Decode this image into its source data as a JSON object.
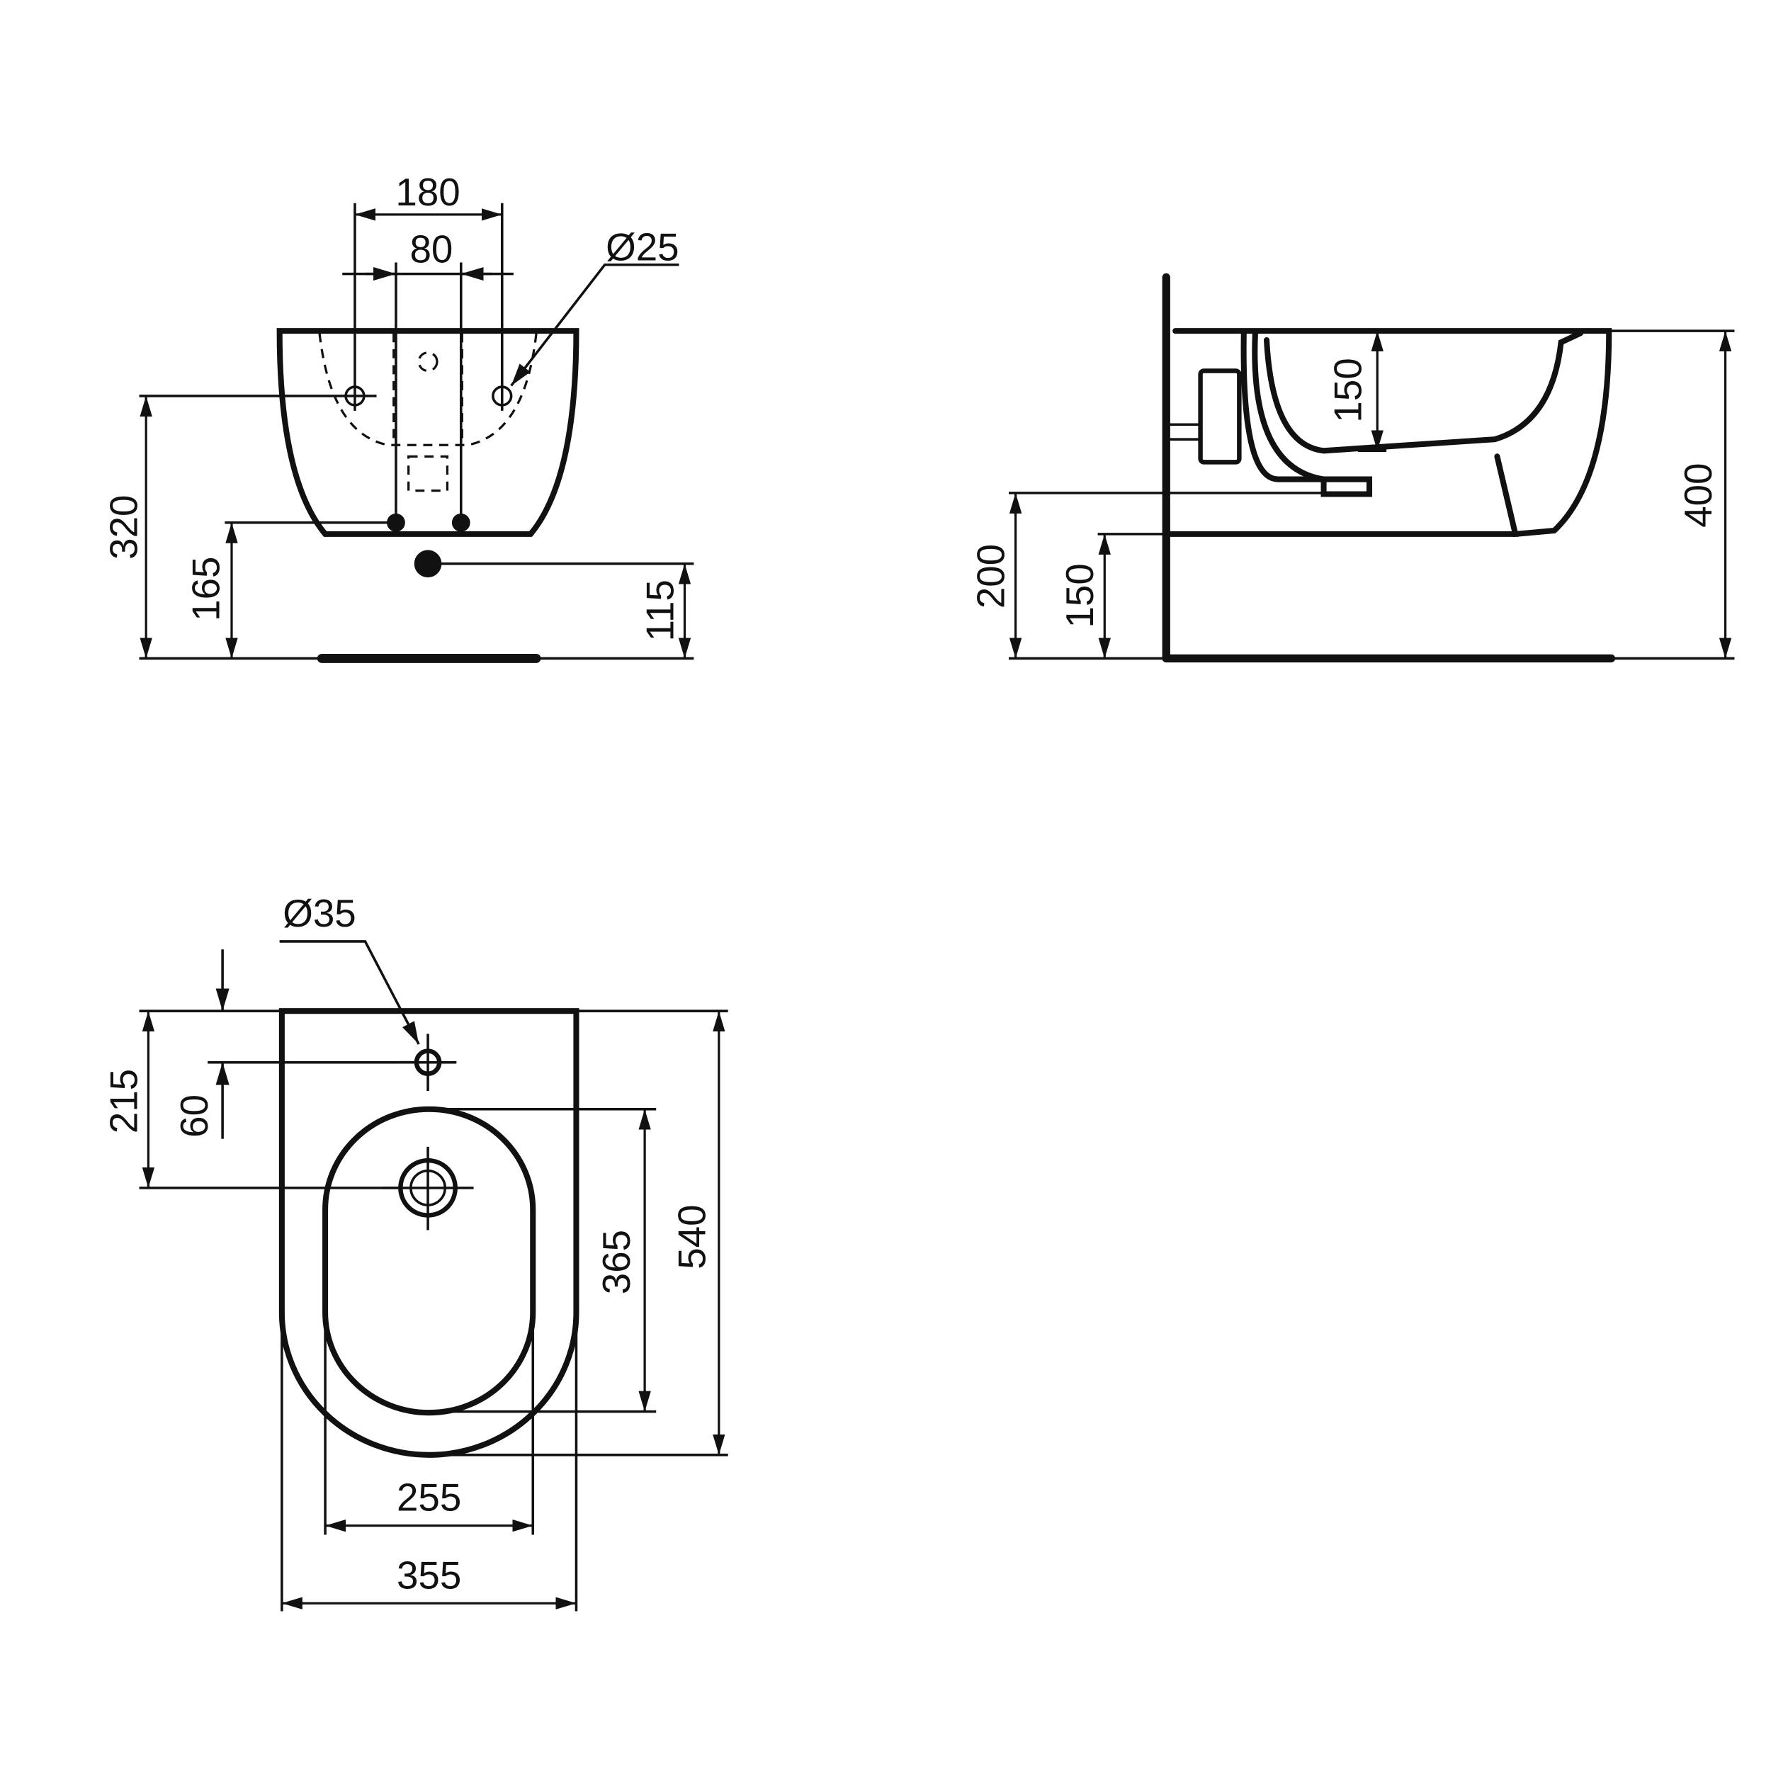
{
  "drawing": {
    "front_view": {
      "width_outer": "180",
      "width_inner": "80",
      "hole_diameter": "Ø25",
      "height_holes": "320",
      "height_supply": "165",
      "height_waste": "115"
    },
    "side_view": {
      "bowl_depth": "150",
      "total_height": "400",
      "height_waste": "200",
      "height_bottom": "150"
    },
    "top_view": {
      "tap_hole_diameter": "Ø35",
      "distance_drain": "215",
      "distance_tap": "60",
      "bowl_length": "365",
      "total_length": "540",
      "bowl_width": "255",
      "total_width": "355"
    }
  }
}
